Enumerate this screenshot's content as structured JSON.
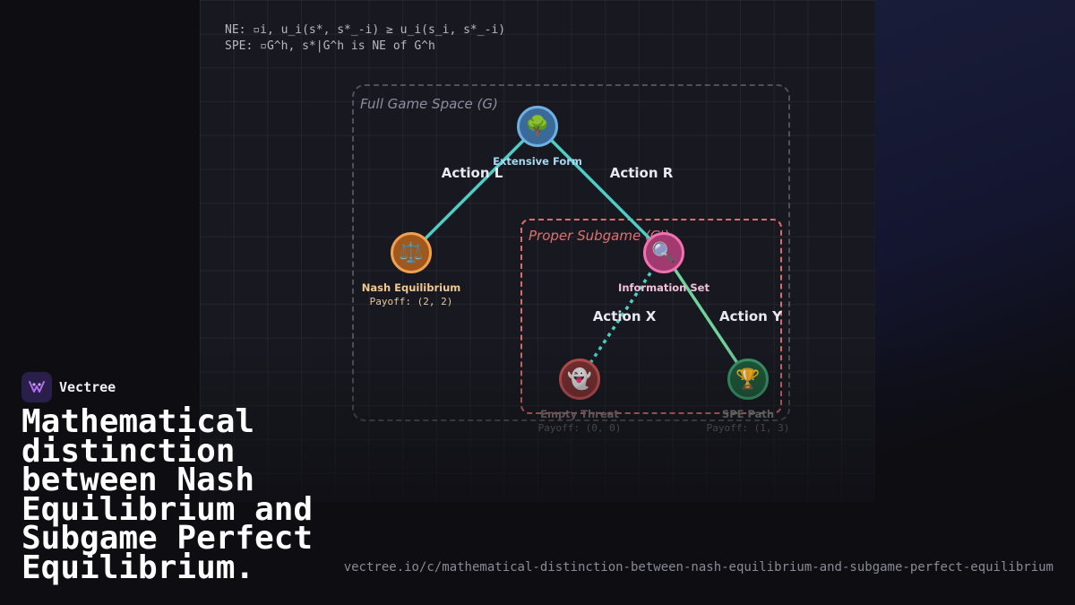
{
  "formulas": {
    "ne": "NE: ▫i, u_i(s*, s*_-i) ≥ u_i(s_i, s*_-i)",
    "spe": "SPE: ▫G^h, s*|G^h is NE of G^h"
  },
  "regions": {
    "full_game": "Full Game Space (G)",
    "subgame": "Proper Subgame (G')"
  },
  "edges": {
    "action_l": "Action L",
    "action_r": "Action R",
    "action_x": "Action X",
    "action_y": "Action Y"
  },
  "nodes": {
    "root": {
      "icon": "🌳",
      "label": "Extensive Form",
      "icon_name": "tree-icon"
    },
    "nash": {
      "icon": "⚖️",
      "label": "Nash Equilibrium",
      "payoff": "Payoff: (2, 2)",
      "icon_name": "scales-icon"
    },
    "info": {
      "icon": "🔍",
      "label": "Information Set",
      "icon_name": "magnifier-icon"
    },
    "threat": {
      "icon": "👻",
      "label": "Empty Threat",
      "payoff": "Payoff: (0, 0)",
      "icon_name": "ghost-icon"
    },
    "spe": {
      "icon": "🏆",
      "label": "SPE Path",
      "payoff": "Payoff: (1, 3)",
      "icon_name": "trophy-icon"
    }
  },
  "colors": {
    "teal": "#4ecdc4",
    "green": "#6fd39a",
    "subgame_border": "#e06b6b"
  },
  "brand": {
    "name": "Vectree"
  },
  "headline": "Mathematical distinction between Nash Equilibrium and Subgame Perfect Equilibrium.",
  "url": "vectree.io/c/mathematical-distinction-between-nash-equilibrium-and-subgame-perfect-equilibrium"
}
